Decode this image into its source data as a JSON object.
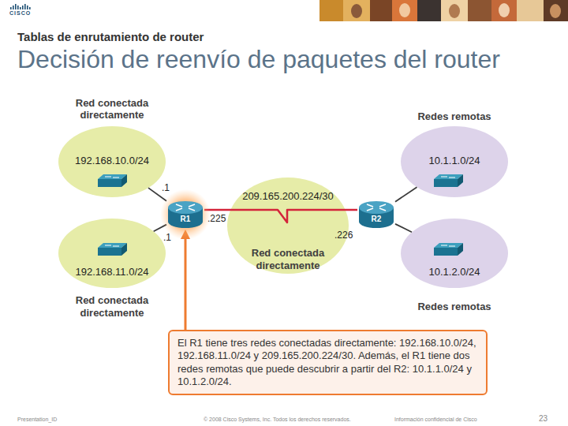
{
  "diagram": {
    "title": "Decisión de reenvío de paquetes del router",
    "nodes": [
      {
        "text": [
          "Red conectada directamente",
          "192.168.10.0/24"
        ]
      },
      {
        "text": [
          "192.168.11.0/24",
          "Red conectada directamente"
        ]
      },
      {
        "text": [
          "R1"
        ]
      },
      {
        "text": [
          "209.165.200.224/30",
          "Red conectada directamente"
        ]
      },
      {
        "text": [
          "R2"
        ]
      },
      {
        "text": [
          "Redes remotas",
          "10.1.1.0/24"
        ]
      },
      {
        "text": [
          "10.1.2.0/24",
          "Redes remotas"
        ]
      },
      {
        "text": [
          "El R1 tiene tres redes conectadas directamente: 192.168.10.0/24, 192.168.11.0/24 y 209.165.200.224/30. Además, el R1 tiene dos redes remotas que puede descubrir a partir del R2: 10.1.1.0/24 y 10.1.2.0/24."
        ]
      }
    ],
    "edges": [
      {
        "from": 2,
        "to": 0,
        "arrow": "none"
      },
      {
        "from": 2,
        "to": 1,
        "arrow": "none"
      },
      {
        "from": 2,
        "to": 4,
        "arrow": "none"
      },
      {
        "from": 4,
        "to": 5,
        "arrow": "none"
      },
      {
        "from": 4,
        "to": 6,
        "arrow": "none"
      },
      {
        "from": 7,
        "to": 2,
        "arrow": "to"
      }
    ],
    "labels": [
      "Tablas de enrutamiento de router",
      ".1",
      ".1",
      ".225",
      ".226",
      "Presentation_ID",
      "© 2008 Cisco Systems, Inc. Todos los derechos reservados.",
      "Información confidencial de Cisco",
      "23",
      "CISCO"
    ]
  }
}
